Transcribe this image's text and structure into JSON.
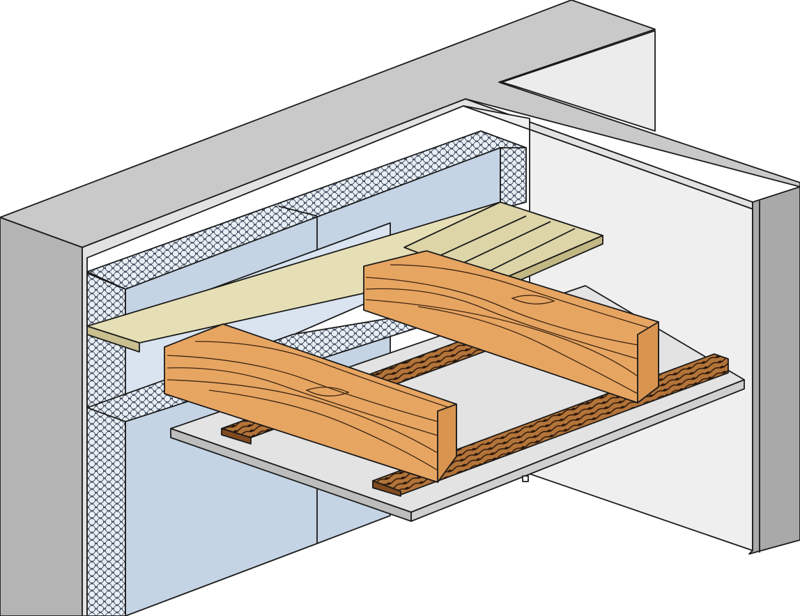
{
  "diagram": {
    "kind": "isometric construction detail",
    "labels": [],
    "components": [
      "concrete-wall",
      "concrete-slab",
      "cross-wall",
      "insulation-board",
      "hexagonal-mesh",
      "timber-beam",
      "floor-boards",
      "ceiling-board",
      "battens"
    ],
    "colors": {
      "concrete_top": "#c9c9c9",
      "concrete_face": "#a9a9a9",
      "concrete_light": "#ececec",
      "insulation": "#c5d4e4",
      "insulation_light": "#d9e4f0",
      "mesh_bg": "#5b6c80",
      "timber": "#e7a562",
      "timber_end": "#d99450",
      "floor_boards": "#ddd5a8",
      "ceiling_board": "#e3e3e3",
      "batten": "#9a5f2c"
    }
  }
}
